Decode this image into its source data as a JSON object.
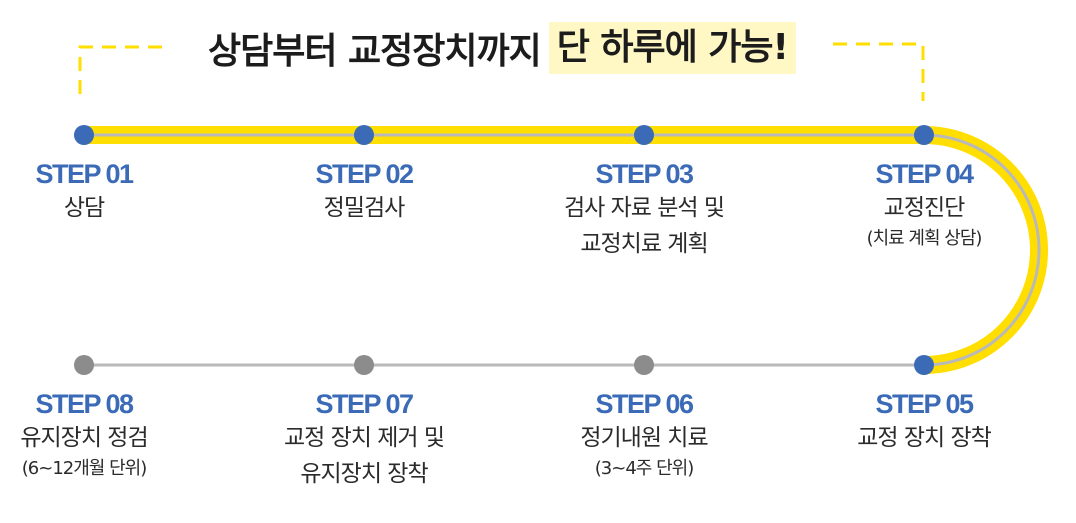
{
  "headline": {
    "prefix": "상담부터 교정장치까지",
    "highlight": "단 하루에 가능!"
  },
  "colors": {
    "track_yellow": "#ffde00",
    "track_gray": "#b9b9b9",
    "dot_active": "#3b6bb6",
    "dot_inactive": "#8c8c8c",
    "step_label": "#3b6bb6",
    "highlight_bg": "#fff7c4"
  },
  "steps": [
    {
      "label": "STEP 01",
      "desc": [
        "상담"
      ],
      "note": "",
      "active": true
    },
    {
      "label": "STEP 02",
      "desc": [
        "정밀검사"
      ],
      "note": "",
      "active": true
    },
    {
      "label": "STEP 03",
      "desc": [
        "검사 자료 분석 및",
        "교정치료 계획"
      ],
      "note": "",
      "active": true
    },
    {
      "label": "STEP 04",
      "desc": [
        "교정진단"
      ],
      "note": "(치료 계획 상담)",
      "active": true
    },
    {
      "label": "STEP 05",
      "desc": [
        "교정 장치 장착"
      ],
      "note": "",
      "active": true
    },
    {
      "label": "STEP 06",
      "desc": [
        "정기내원 치료"
      ],
      "note": "(3~4주 단위)",
      "active": false
    },
    {
      "label": "STEP 07",
      "desc": [
        "교정 장치 제거 및",
        "유지장치 장착"
      ],
      "note": "",
      "active": false
    },
    {
      "label": "STEP 08",
      "desc": [
        "유지장치 정검"
      ],
      "note": "(6~12개월 단위)",
      "active": false
    }
  ]
}
